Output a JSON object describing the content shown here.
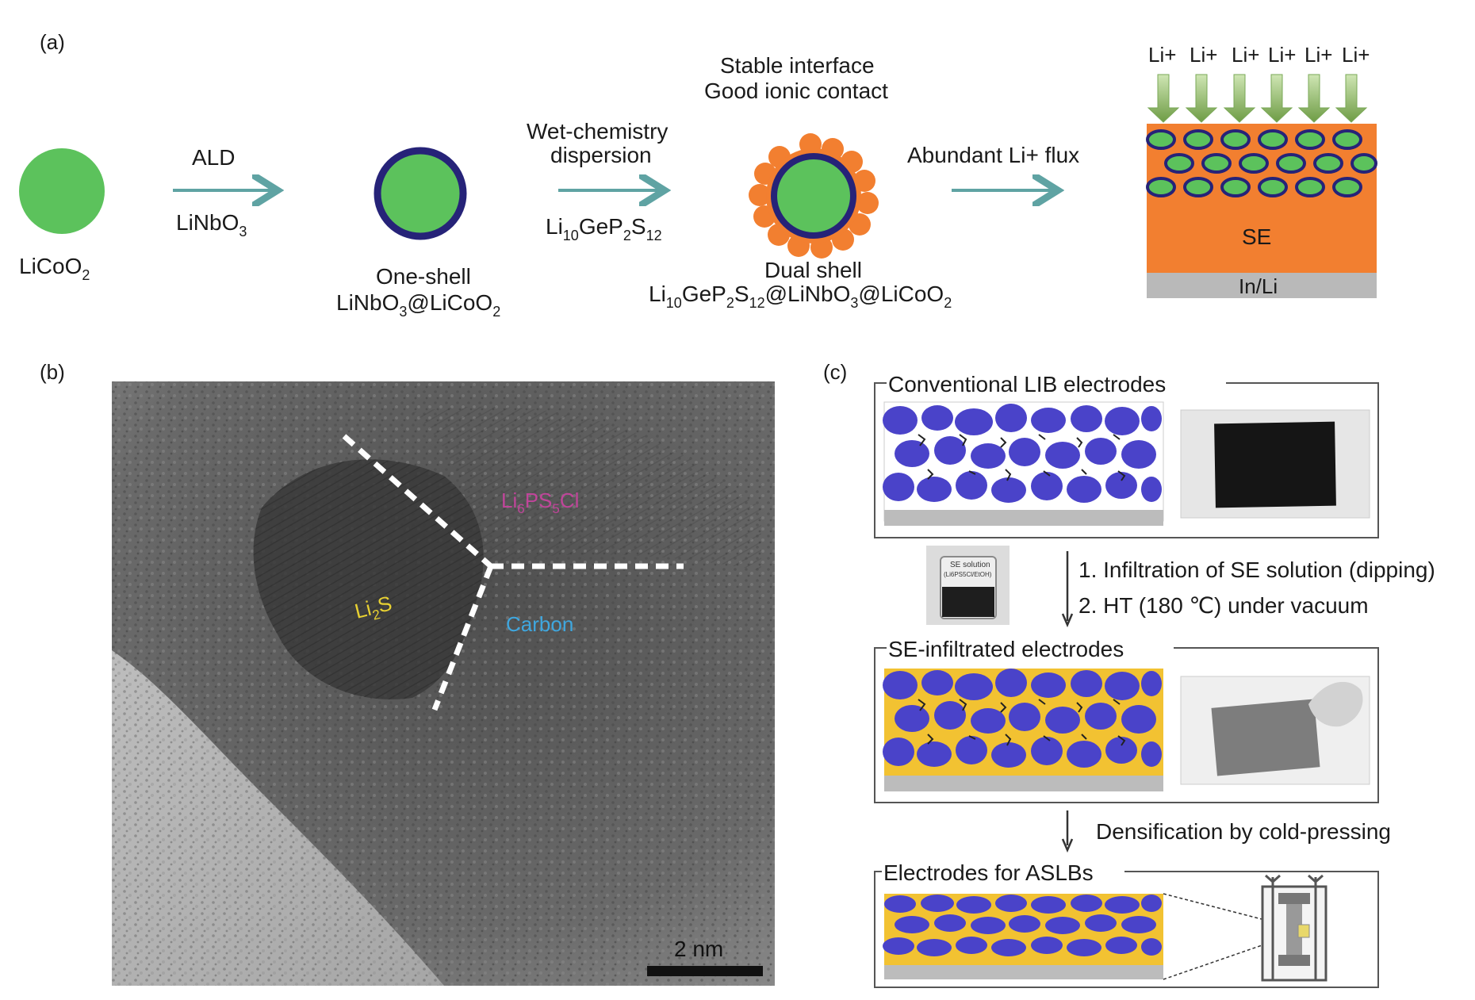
{
  "panels": {
    "a": "(a)",
    "b": "(b)",
    "c": "(c)"
  },
  "panel_a": {
    "licoo2": {
      "base": "LiCoO",
      "sub": "2"
    },
    "ald": "ALD",
    "linbo3": {
      "base": "LiNbO",
      "sub": "3"
    },
    "one_shell_title": "One-shell",
    "one_shell_formula": {
      "a": "LiNbO",
      "b": "3",
      "c": "@LiCoO",
      "d": "2"
    },
    "wet_line1": "Wet-chemistry",
    "wet_line2": "dispersion",
    "lgps": {
      "a": "Li",
      "b": "10",
      "c": "GeP",
      "d": "2",
      "e": "S",
      "f": "12"
    },
    "stable_line1": "Stable interface",
    "stable_line2": "Good ionic contact",
    "dual_shell_title": "Dual shell",
    "dual_formula": {
      "a": "Li",
      "b": "10",
      "c": "GeP",
      "d": "2",
      "e": "S",
      "f": "12",
      "g": "@LiNbO",
      "h": "3",
      "i": "@LiCoO",
      "j": "2"
    },
    "flux": "Abundant Li+ flux",
    "li_plus": [
      "Li+",
      "Li+",
      "Li+",
      "Li+",
      "Li+",
      "Li+"
    ],
    "se": "SE",
    "in_li": "In/Li"
  },
  "panel_b": {
    "li6ps5cl": {
      "a": "Li",
      "b": "6",
      "c": "PS",
      "d": "5",
      "e": "Cl"
    },
    "li2s": {
      "a": "Li",
      "b": "2",
      "c": "S"
    },
    "carbon": "Carbon",
    "scale": "2 nm"
  },
  "panel_c": {
    "box1_title": "Conventional LIB electrodes",
    "vial_label1": "SE solution",
    "vial_label2": "(Li6PS5Cl/EtOH)",
    "step1": "1. Infiltration of SE solution (dipping)",
    "step2": "2. HT (180 ℃) under vacuum",
    "box2_title": "SE-infiltrated electrodes",
    "densify": "Densification by cold-pressing",
    "box3_title": "Electrodes for ASLBs"
  },
  "colors": {
    "green": "#5cc25c",
    "navy": "#262378",
    "orange": "#f27f30",
    "teal_arrow": "#5fa3a3",
    "purple": "#4a43c9",
    "yellow": "#f2c232",
    "grey": "#b9b9b9",
    "magenta": "#c0459a",
    "gold": "#e8d132",
    "sky": "#3fa7df"
  }
}
